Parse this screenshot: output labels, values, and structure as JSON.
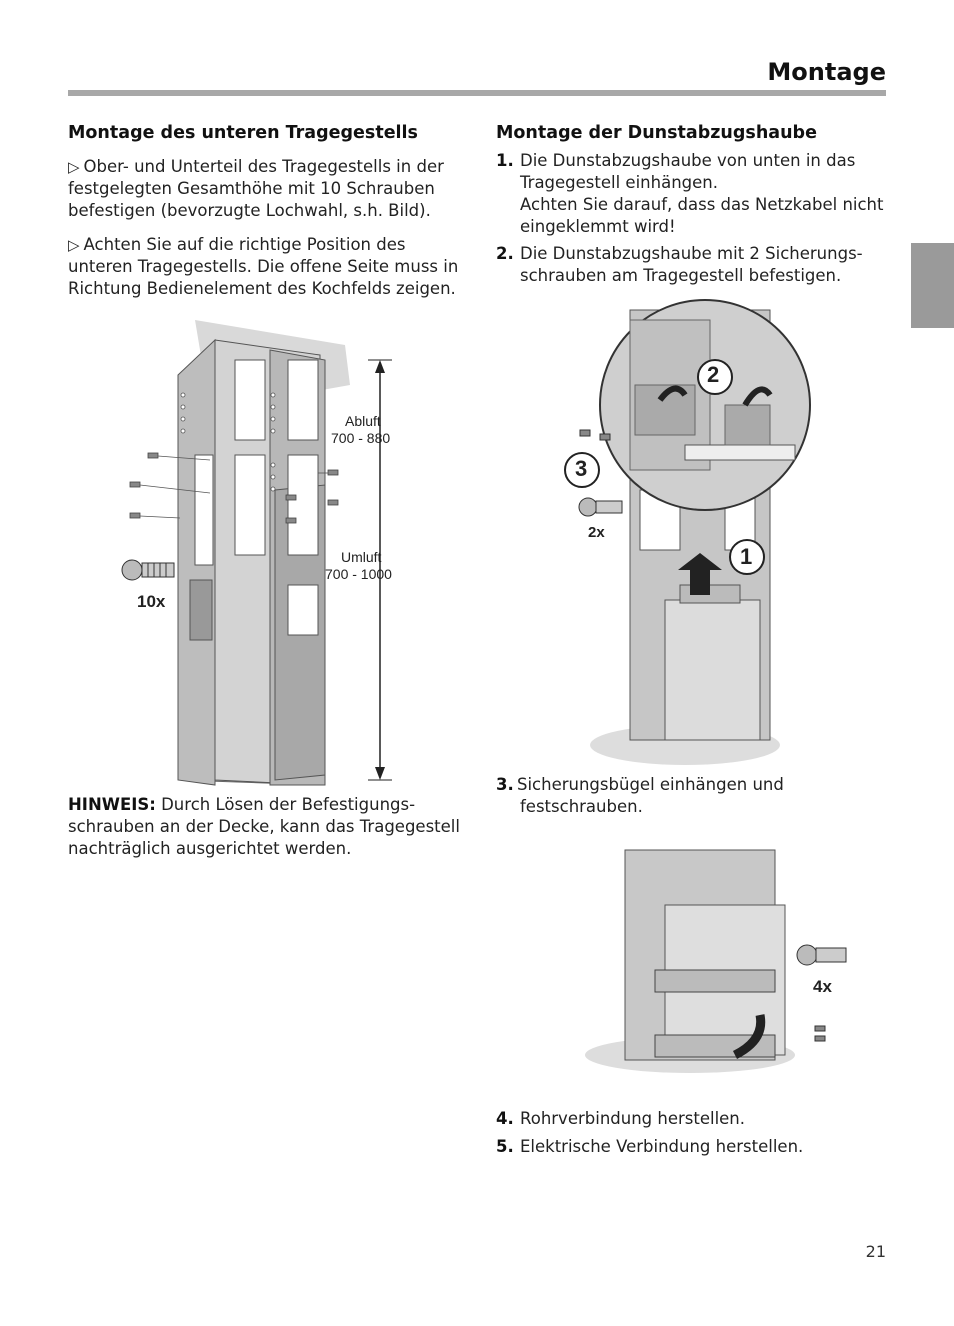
{
  "header": {
    "title": "Montage",
    "page_number": "21"
  },
  "left": {
    "heading": "Montage des unteren Tragegestells",
    "bullets": [
      {
        "marker": "▷",
        "text": "Ober- und Unterteil des Tragegestells in der festgelegten Gesamthöhe mit 10 Schrauben befestigen (bevorzugte Lochwahl, s.h. Bild)."
      },
      {
        "marker": "▷",
        "text": "Achten Sie auf die richtige Position des unteren Tragegestells. Die offene Seite muss in Richtung Bedienelement des Kochfelds zeigen."
      }
    ],
    "figure": {
      "label_abluft": "Abluft",
      "range_abluft": "700 - 880",
      "label_umluft": "Umluft",
      "range_umluft": "700 - 1000",
      "screw_count": "10x"
    },
    "hint_label": "HINWEIS:",
    "hint_text": " Durch Lösen der Befestigungs-schrauben an der Decke, kann das Tragegestell nachträglich ausgerichtet werden."
  },
  "right": {
    "heading": "Montage der Dunstabzugshaube",
    "steps": [
      {
        "num": "1.",
        "lines": [
          "Die Dunstabzugshaube von unten in das",
          "Tragegestell einhängen.",
          "Achten Sie darauf, dass das Netzkabel nicht",
          "eingeklemmt wird!"
        ]
      },
      {
        "num": "2.",
        "lines": [
          "Die Dunstabzugshaube mit 2 Sicherungs-",
          "schrauben am Tragegestell befestigen."
        ]
      },
      {
        "num": "3.",
        "lines": [
          "Sicherungsbügel einhängen und",
          "festschrauben."
        ]
      },
      {
        "num": "4.",
        "lines": [
          "Rohrverbindung herstellen."
        ]
      },
      {
        "num": "5.",
        "lines": [
          "Elektrische Verbindung herstellen."
        ]
      }
    ],
    "figure1": {
      "marker_1": "1",
      "marker_2": "2",
      "marker_3": "3",
      "screw_count": "2x"
    },
    "figure2": {
      "screw_count": "4x"
    }
  }
}
